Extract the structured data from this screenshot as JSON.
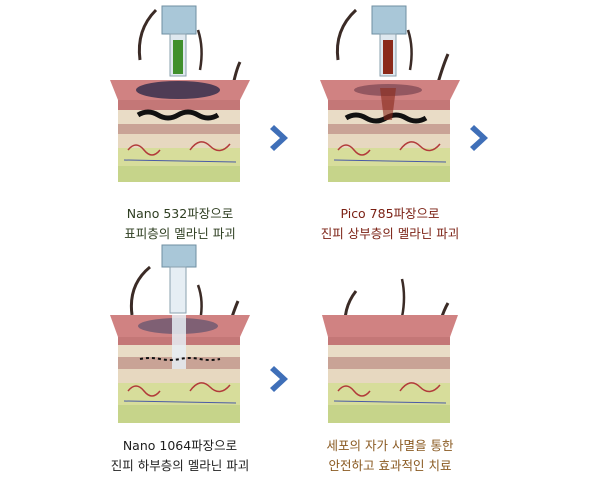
{
  "panels": [
    {
      "id": "nano532",
      "laser_color": "#3f8f2c",
      "captions": [
        "Nano 532파장으로",
        "표피층의 멜라닌 파괴"
      ],
      "caption_color": "#2f3f22",
      "pigment": "epidermis"
    },
    {
      "id": "pico785",
      "laser_color": "#8b2a1a",
      "captions": [
        "Pico 785파장으로",
        "진피 상부층의 멜라닌 파괴"
      ],
      "caption_color": "#7a1f12",
      "pigment": "upper-dermis"
    },
    {
      "id": "nano1064",
      "laser_color": "#dce6ee",
      "captions": [
        "Nano 1064파장으로",
        "진피 하부층의 멜라닌 파괴"
      ],
      "caption_color": "#1e1e1e",
      "pigment": "lower-dermis"
    },
    {
      "id": "result",
      "laser_color": "",
      "captions": [
        "세포의 자가 사멸을 통한",
        "안전하고 효과적인 치료"
      ],
      "caption_color": "#8a5a22",
      "pigment": "none"
    }
  ],
  "arrow_color": "#3f6fb8",
  "skin_colors": {
    "top": "#d88a8a",
    "front": "#c77a7a",
    "dermis": "#e8d9c2",
    "fat": "#d5df9a",
    "vessel": "#b23a3a"
  }
}
